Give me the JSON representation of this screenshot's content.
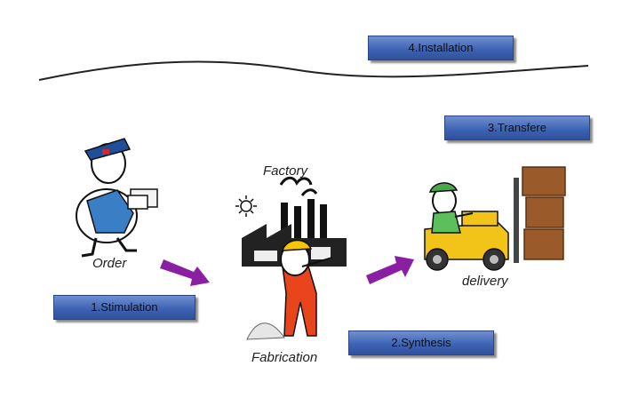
{
  "steps": {
    "installation": "4.Installation",
    "transfer": "3.Transfere",
    "stimulation": "1.Stimulation",
    "synthesis": "2.Synthesis"
  },
  "captions": {
    "order": "Order",
    "factory": "Factory",
    "fabrication": "Fabrication",
    "delivery": "delivery"
  },
  "icons": {
    "mail-carrier": "mail-carrier-icon",
    "factory": "factory-icon",
    "worker": "factory-worker-icon",
    "forklift": "forklift-icon"
  },
  "colors": {
    "box_fill": "#3f64b4",
    "arrow": "#8b1fa3",
    "worker_suit": "#e8451c",
    "forklift": "#f2c41a",
    "crates": "#9a5a2a"
  }
}
